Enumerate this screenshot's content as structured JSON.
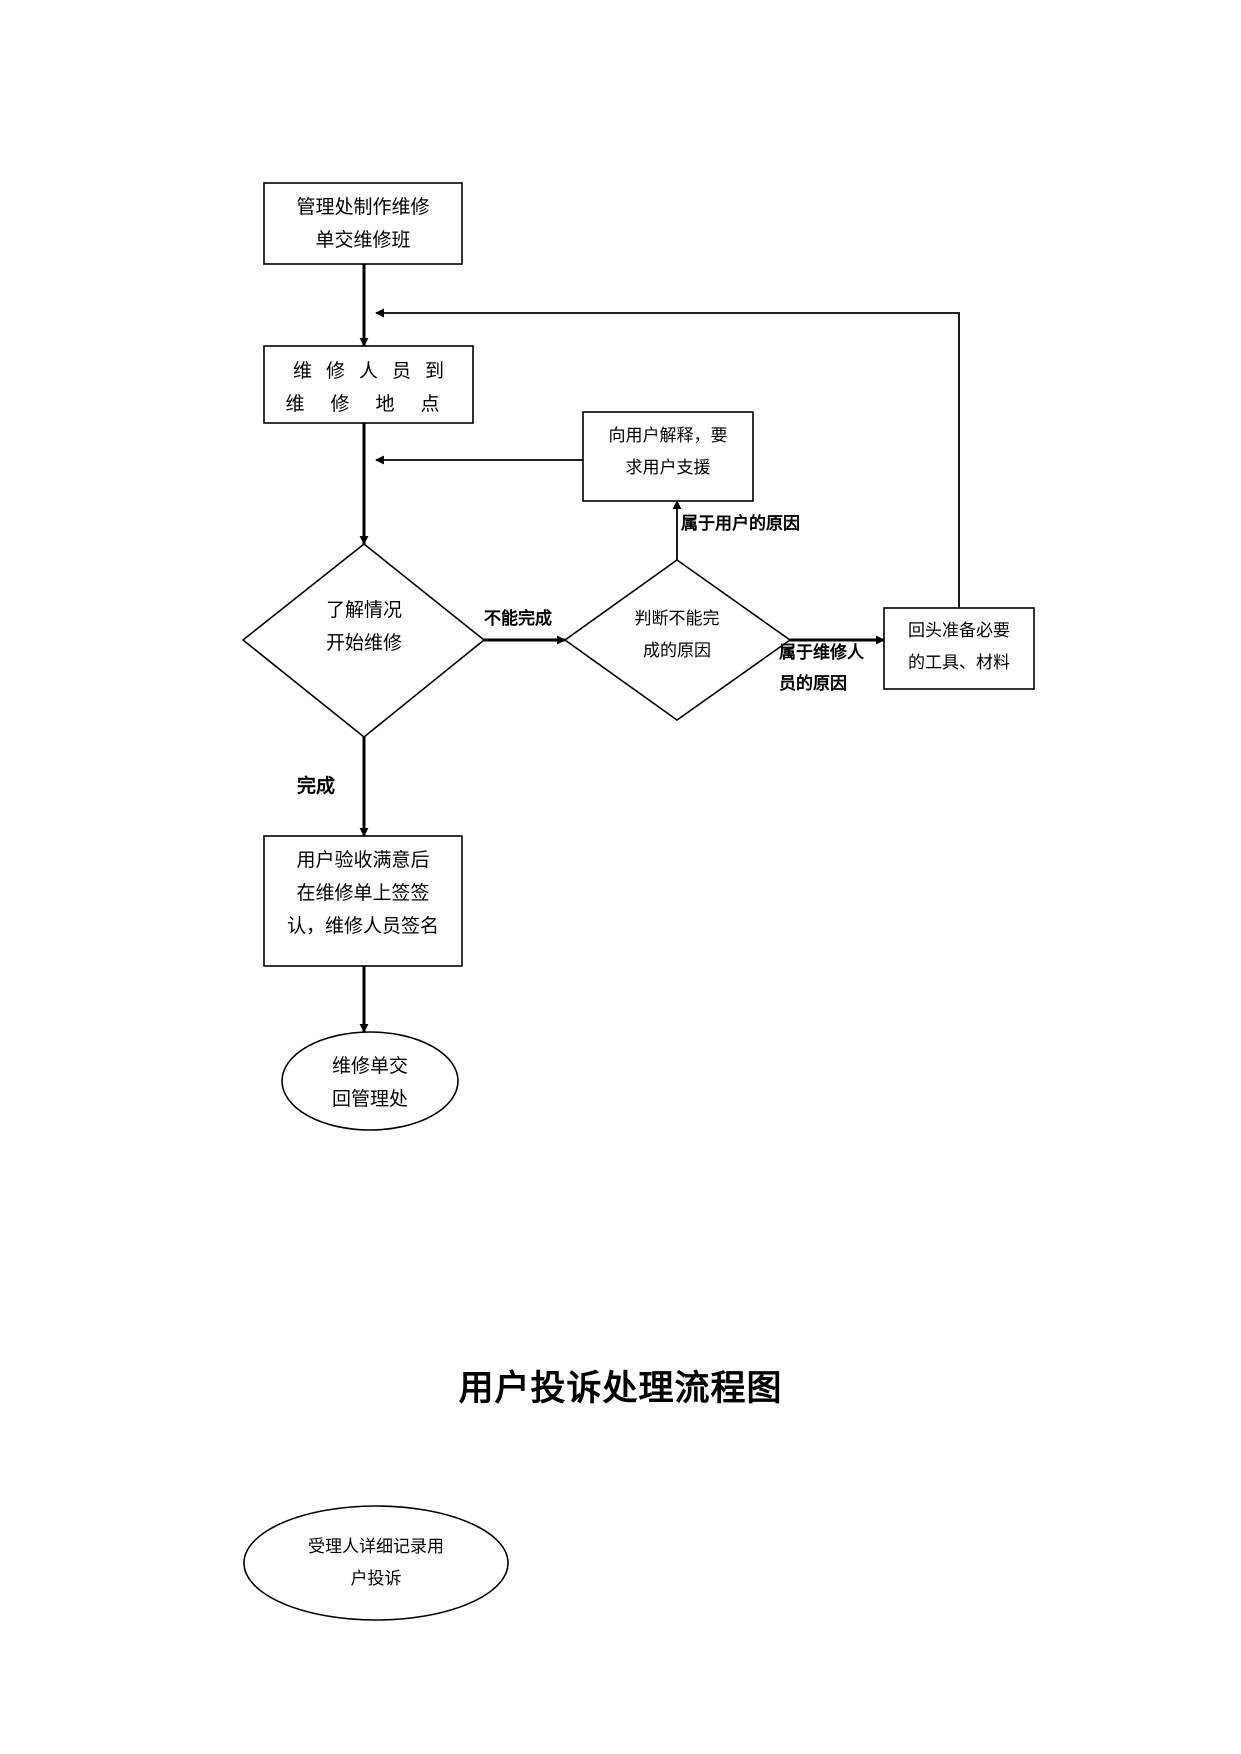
{
  "flowchart_1": {
    "nodes": {
      "create_order": {
        "line1": "管理处制作维修",
        "line2": "单交维修班"
      },
      "arrive_site": {
        "line1": "维修人员到",
        "line2": "维修地点"
      },
      "understand_repair": {
        "line1": "了解情况",
        "line2": "开始维修"
      },
      "judge_reason": {
        "line1": "判断不能完",
        "line2": "成的原因"
      },
      "explain_to_user": {
        "line1": "向用户解释，要",
        "line2": "求用户支援"
      },
      "prepare_tools": {
        "line1": "回头准备必要",
        "line2": "的工具、材料"
      },
      "user_accept": {
        "line1": "用户验收满意后",
        "line2": "在维修单上签签",
        "line3": "认，维修人员签名"
      },
      "return_order": {
        "line1": "维修单交",
        "line2": "回管理处"
      }
    },
    "edge_labels": {
      "cannot_complete": "不能完成",
      "user_reason": "属于用户的原因",
      "staff_reason_line1": "属于维修人",
      "staff_reason_line2": "员的原因",
      "complete": "完成"
    }
  },
  "title": "用户投诉处理流程图",
  "flowchart_2": {
    "nodes": {
      "record_complaint": {
        "line1": "受理人详细记录用",
        "line2": "户投诉"
      }
    }
  }
}
